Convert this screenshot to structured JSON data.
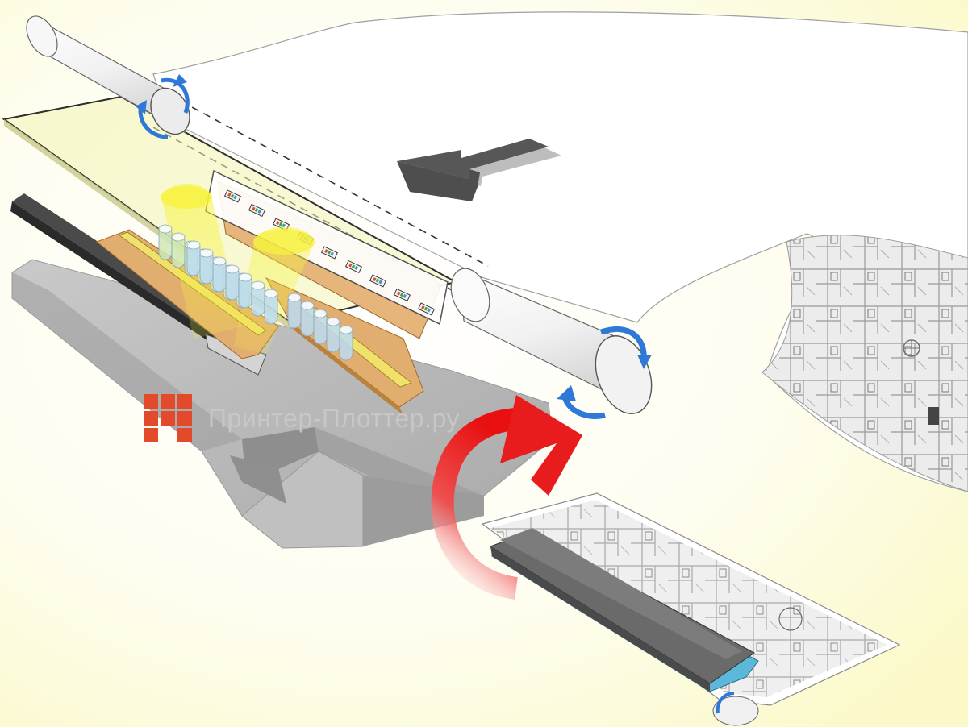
{
  "watermark": {
    "text": "Принтер-Плоттер.ру",
    "logo_cells": [
      1,
      1,
      1,
      1,
      1,
      1,
      1,
      0,
      1
    ]
  },
  "colors": {
    "background_center": "#ffffff",
    "background_edge": "#fbf9c8",
    "paper": "#ffffff",
    "paper_outline": "#9a9a9a",
    "roller": "#f2f2f2",
    "roller_outline": "#666666",
    "rotation_arrow": "#2e78d8",
    "feed_arrow": "#555555",
    "transfer_arrow": "#e81c1c",
    "base_plate": "#b3b3b3",
    "base_plate_dark": "#8d8d8d",
    "glass": "#f0f2a8",
    "board": "#e2ae6f",
    "board_dark": "#b9823f",
    "light_beam": "#f4f03a",
    "lens_blue": "#bcdcf2",
    "lens_green": "#cfe8b8",
    "sensor": "#3d8fd6",
    "dark_bar": "#4a4a4a",
    "module": "#6a6a6a",
    "module_accent": "#5bb8d8",
    "watermark_logo": "#e24a2b",
    "watermark_text": "#c9c9c9"
  },
  "icons": {
    "feed_direction": "arrow-left-icon",
    "roller_rotation": "rotate-arrow-icon",
    "transfer": "curved-arrow-icon",
    "logo": "grid-logo-icon"
  }
}
